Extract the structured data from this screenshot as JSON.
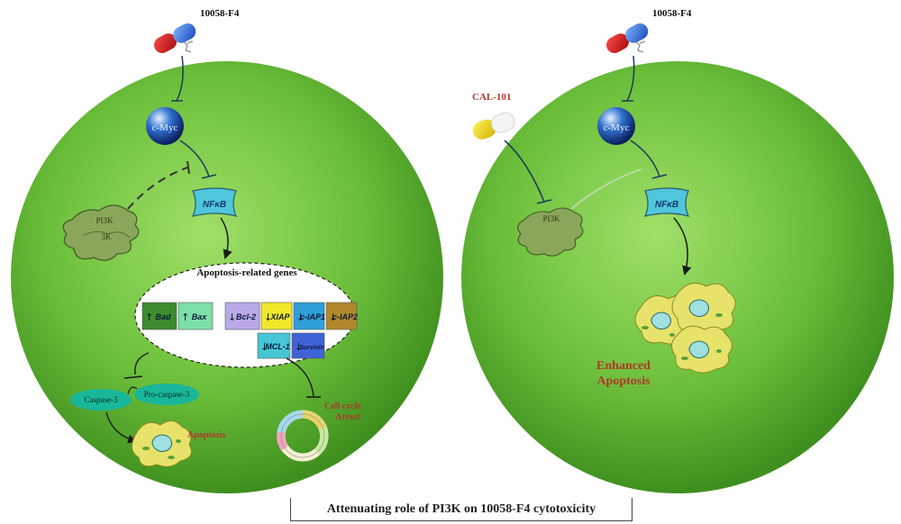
{
  "left_panel": {
    "drug_label": "10058-F4",
    "cmyc_label": "c-Myc",
    "nfkb_label": "NFκB",
    "pi3k_label_1": "PI3K",
    "pi3k_label_2": "3K",
    "genes_title": "Apoptosis-related genes",
    "genes": [
      {
        "label": "Bad",
        "arrow": "up",
        "color": "#3d8b2f"
      },
      {
        "label": "Bax",
        "arrow": "up",
        "color": "#7be0a8"
      },
      {
        "label": "Bcl-2",
        "arrow": "down",
        "color": "#b9a9e6"
      },
      {
        "label": "XIAP",
        "arrow": "down",
        "color": "#f2e82a"
      },
      {
        "label": "c-IAP1",
        "arrow": "down",
        "color": "#2f9fd8"
      },
      {
        "label": "c-IAP2",
        "arrow": "down",
        "color": "#b08a2a"
      },
      {
        "label": "MCL-1",
        "arrow": "down",
        "color": "#45c7d6"
      },
      {
        "label": "Survivin",
        "arrow": "down",
        "color": "#3f63d6"
      }
    ],
    "caspase3_label": "Caspase-3",
    "procaspase3_label": "Pro-caspase-3",
    "apoptosis_label": "Apoptosis",
    "cell_cycle_label_1": "Cell cycle",
    "cell_cycle_label_2": "Arrest"
  },
  "right_panel": {
    "drug_label": "10058-F4",
    "cal_label": "CAL-101",
    "cmyc_label": "c-Myc",
    "nfkb_label": "NFκB",
    "pi3k_label": "PI3K",
    "enhanced_label_1": "Enhanced",
    "enhanced_label_2": "Apoptosis"
  },
  "caption": "Attenuating role of PI3K on 10058-F4 cytotoxicity",
  "colors": {
    "cell_green": "#6cbf3a",
    "label_red": "#b0392b",
    "inhibit_line": "#1f3b5a",
    "nfkb_fill": "#4fc6dc"
  }
}
